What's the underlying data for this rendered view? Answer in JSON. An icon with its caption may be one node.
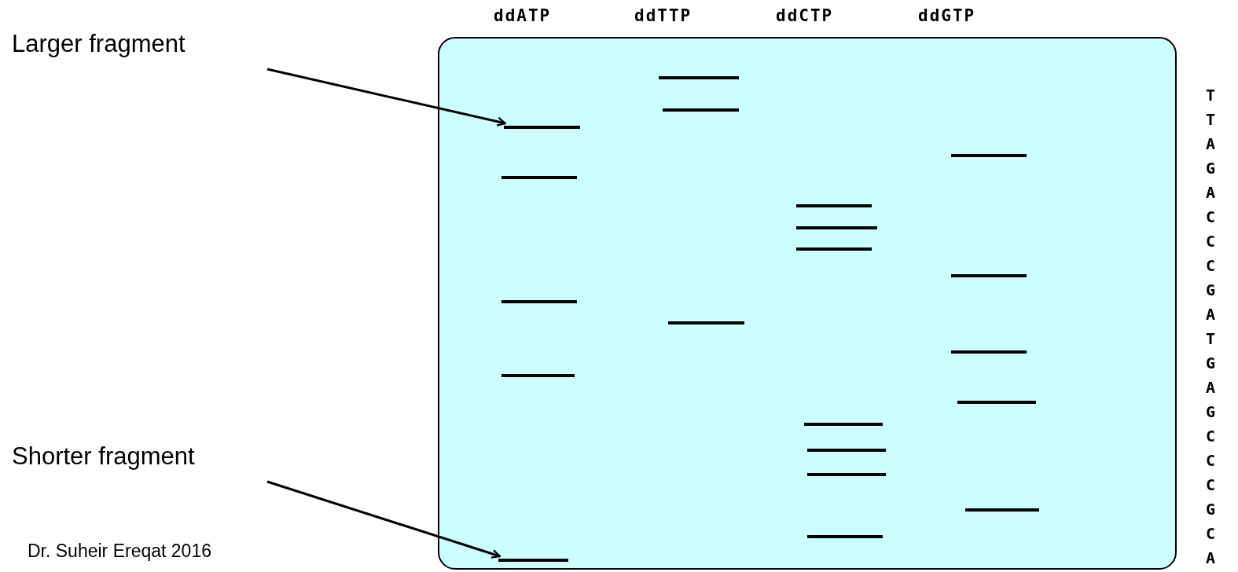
{
  "diagram": {
    "nodes": [
      {
        "text": [
          "Larger fragment"
        ]
      },
      {
        "text": [],
        "shape": "bar"
      },
      {
        "text": [
          "Shorter fragment"
        ]
      },
      {
        "text": [],
        "shape": "bar"
      }
    ],
    "edges": [
      {
        "from": 0,
        "to": 1,
        "arrow": "to"
      },
      {
        "from": 2,
        "to": 3,
        "arrow": "to"
      }
    ],
    "labels": [
      "ddATP",
      "ddTTP",
      "ddCTP",
      "ddGTP",
      "T",
      "T",
      "A",
      "G",
      "A",
      "C",
      "C",
      "C",
      "G",
      "A",
      "T",
      "G",
      "A",
      "G",
      "C",
      "C",
      "C",
      "G",
      "C",
      "A",
      "Dr. Suheir Ereqat 2016"
    ]
  }
}
